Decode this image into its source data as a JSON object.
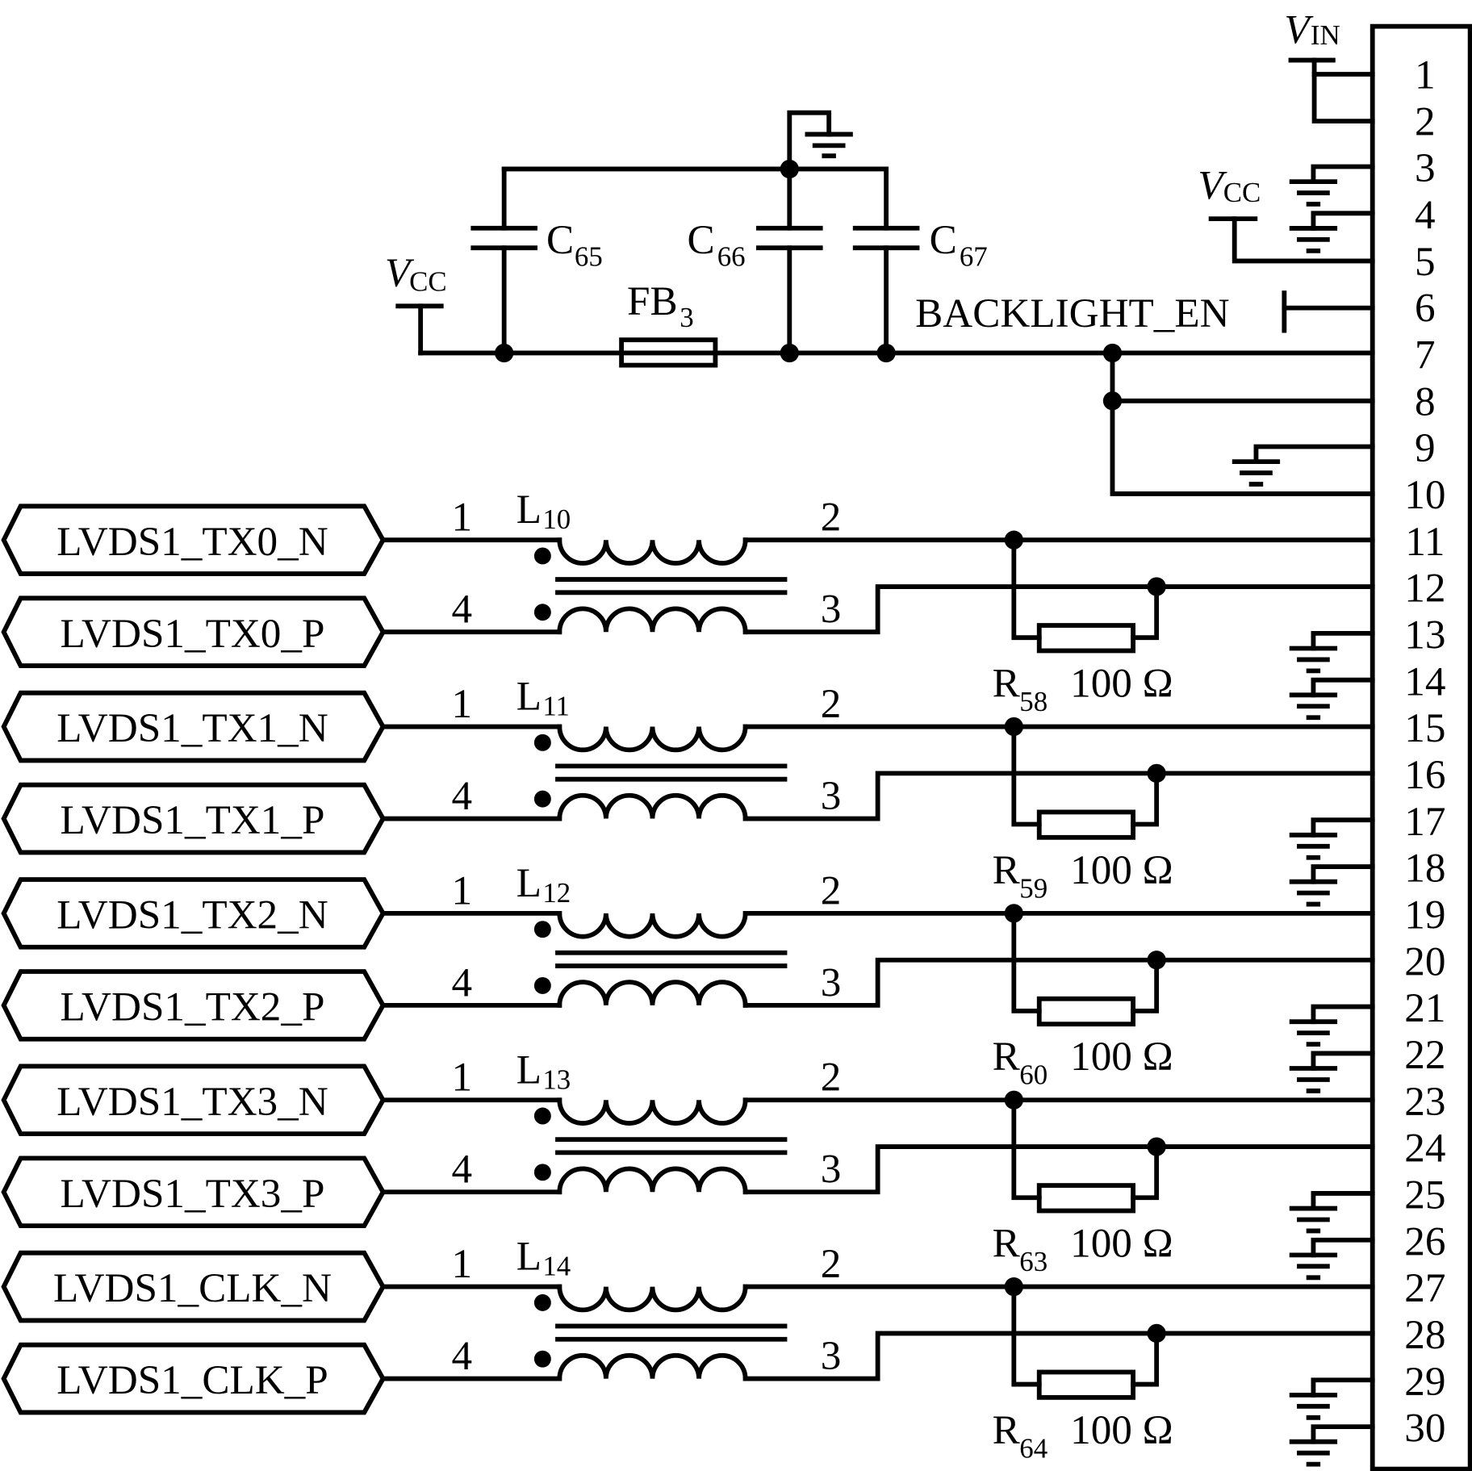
{
  "connector": {
    "pins": [
      "1",
      "2",
      "3",
      "4",
      "5",
      "6",
      "7",
      "8",
      "9",
      "10",
      "11",
      "12",
      "13",
      "14",
      "15",
      "16",
      "17",
      "18",
      "19",
      "20",
      "21",
      "22",
      "23",
      "24",
      "25",
      "26",
      "27",
      "28",
      "29",
      "30"
    ]
  },
  "power": {
    "vin": {
      "main": "V",
      "sub": "IN"
    },
    "vcc_right": {
      "main": "V",
      "sub": "CC"
    },
    "vcc_left": {
      "main": "V",
      "sub": "CC"
    }
  },
  "filter": {
    "c65": {
      "main": "C",
      "sub": "65"
    },
    "c66": {
      "main": "C",
      "sub": "66"
    },
    "c67": {
      "main": "C",
      "sub": "67"
    },
    "fb3": {
      "main": "FB",
      "sub": "3"
    }
  },
  "signals": {
    "backlight_en": "BACKLIGHT_EN"
  },
  "channels": [
    {
      "n_label": "LVDS1_TX0_N",
      "p_label": "LVDS1_TX0_P",
      "choke": {
        "main": "L",
        "sub": "10"
      },
      "resistor": {
        "main": "R",
        "sub": "58",
        "value": "100 Ω"
      },
      "pins": [
        "1",
        "4",
        "2",
        "3"
      ]
    },
    {
      "n_label": "LVDS1_TX1_N",
      "p_label": "LVDS1_TX1_P",
      "choke": {
        "main": "L",
        "sub": "11"
      },
      "resistor": {
        "main": "R",
        "sub": "59",
        "value": "100 Ω"
      },
      "pins": [
        "1",
        "4",
        "2",
        "3"
      ]
    },
    {
      "n_label": "LVDS1_TX2_N",
      "p_label": "LVDS1_TX2_P",
      "choke": {
        "main": "L",
        "sub": "12"
      },
      "resistor": {
        "main": "R",
        "sub": "60",
        "value": "100 Ω"
      },
      "pins": [
        "1",
        "4",
        "2",
        "3"
      ]
    },
    {
      "n_label": "LVDS1_TX3_N",
      "p_label": "LVDS1_TX3_P",
      "choke": {
        "main": "L",
        "sub": "13"
      },
      "resistor": {
        "main": "R",
        "sub": "63",
        "value": "100 Ω"
      },
      "pins": [
        "1",
        "4",
        "2",
        "3"
      ]
    },
    {
      "n_label": "LVDS1_CLK_N",
      "p_label": "LVDS1_CLK_P",
      "choke": {
        "main": "L",
        "sub": "14"
      },
      "resistor": {
        "main": "R",
        "sub": "64",
        "value": "100 Ω"
      },
      "pins": [
        "1",
        "4",
        "2",
        "3"
      ]
    }
  ]
}
